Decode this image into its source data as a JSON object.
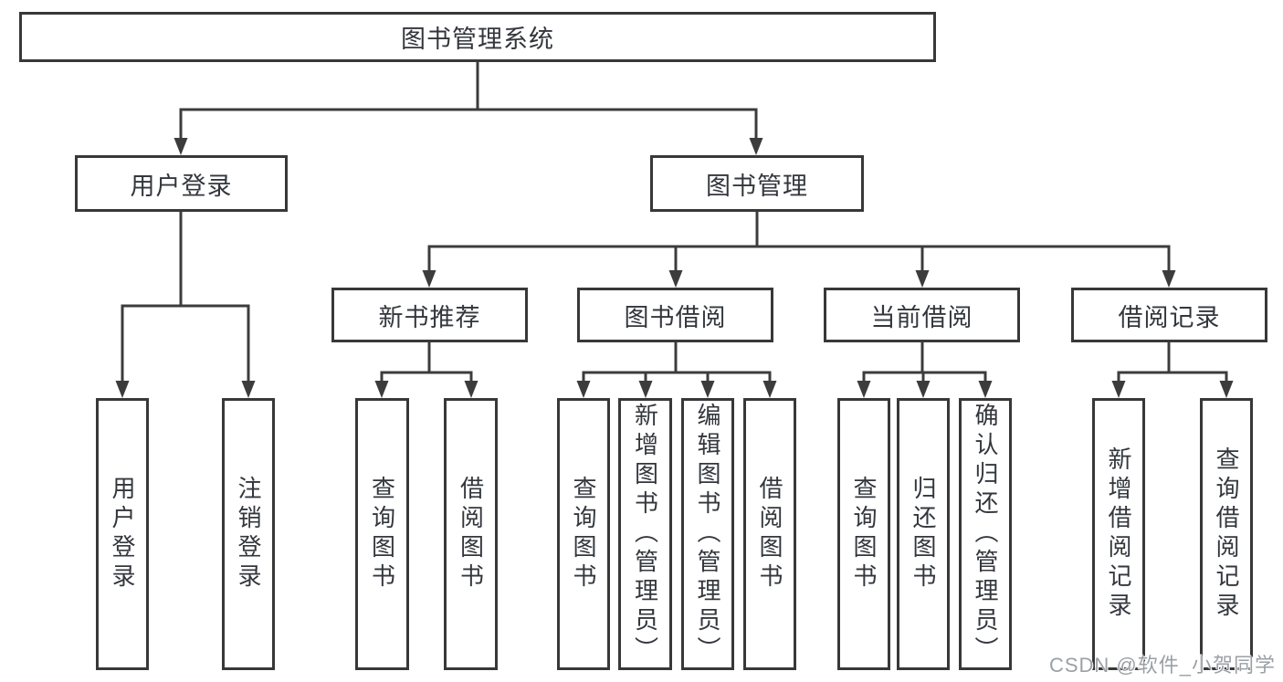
{
  "diagram": {
    "type": "hierarchy-tree",
    "root": {
      "label": "图书管理系统"
    },
    "level2": [
      {
        "label": "用户登录"
      },
      {
        "label": "图书管理"
      }
    ],
    "level3": [
      {
        "label": "新书推荐",
        "parent": "图书管理"
      },
      {
        "label": "图书借阅",
        "parent": "图书管理"
      },
      {
        "label": "当前借阅",
        "parent": "图书管理"
      },
      {
        "label": "借阅记录",
        "parent": "图书管理"
      }
    ],
    "leaves": [
      {
        "label": "用户登录",
        "parent": "用户登录"
      },
      {
        "label": "注销登录",
        "parent": "用户登录"
      },
      {
        "label": "查询图书",
        "parent": "新书推荐"
      },
      {
        "label": "借阅图书",
        "parent": "新书推荐"
      },
      {
        "label": "查询图书",
        "parent": "图书借阅"
      },
      {
        "label": "新增图书（管理员）",
        "parent": "图书借阅"
      },
      {
        "label": "编辑图书（管理员）",
        "parent": "图书借阅"
      },
      {
        "label": "借阅图书",
        "parent": "图书借阅"
      },
      {
        "label": "查询图书",
        "parent": "当前借阅"
      },
      {
        "label": "归还图书",
        "parent": "当前借阅"
      },
      {
        "label": "确认归还（管理员）",
        "parent": "当前借阅"
      },
      {
        "label": "新增借阅记录",
        "parent": "借阅记录"
      },
      {
        "label": "查询借阅记录",
        "parent": "借阅记录"
      }
    ],
    "colors": {
      "line": "#3c3c3c",
      "box_border": "#383838",
      "box_fill": "#ffffff",
      "text": "#33373d",
      "watermark": "#9ba0a6"
    }
  },
  "watermark": {
    "text": "CSDN @软件_小贺同学"
  }
}
